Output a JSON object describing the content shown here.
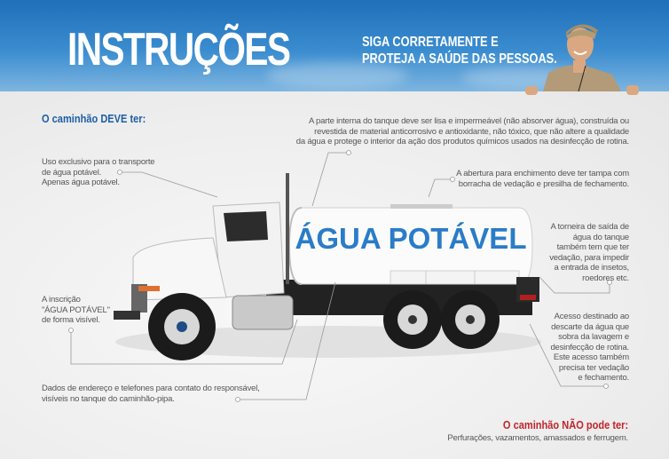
{
  "header": {
    "title": "INSTRUÇÕES",
    "subtitle_line1": "SIGA CORRETAMENTE E",
    "subtitle_line2": "PROTEJA A SAÚDE DAS PESSOAS."
  },
  "must_have": {
    "heading": "O caminhão DEVE ter:",
    "exclusive_use": [
      "Uso exclusivo para o transporte",
      "de água potável.",
      "Apenas água potável."
    ],
    "tank_interior": [
      "A parte interna do tanque deve ser lisa e impermeável (não absorver água), construída ou",
      "revestida de material anticorrosivo e antioxidante, não tóxico, que não altere a qualidade",
      "da água e protege o interior da ação dos produtos químicos usados na desinfecção de rotina."
    ],
    "opening": [
      "A abertura para enchimento deve ter tampa com",
      "borracha de vedação e presilha de fechamento."
    ],
    "faucet": [
      "A torneira de saída de",
      "água do tanque",
      "também tem que ter",
      "vedação, para impedir",
      "a entrada de insetos,",
      "roedores etc."
    ],
    "drain": [
      "Acesso destinado ao",
      "descarte da água que",
      "sobra da lavagem e",
      "desinfecção de rotina.",
      "Este acesso também",
      "precisa ter vedação",
      "e fechamento."
    ],
    "inscription": [
      "A inscrição",
      "\"ÁGUA POTÁVEL\"",
      "de forma visível."
    ],
    "contact": [
      "Dados de endereço e telefones para contato do responsável,",
      "visíveis no tanque do caminhão-pipa."
    ]
  },
  "must_not_have": {
    "heading": "O caminhão NÃO pode ter:",
    "text": "Perfurações, vazamentos, amassados e ferrugem."
  },
  "truck": {
    "tank_label": "ÁGUA POTÁVEL"
  },
  "colors": {
    "blue": "#1d5ea6",
    "red": "#c0262c",
    "tank_text": "#2a7cc8"
  }
}
